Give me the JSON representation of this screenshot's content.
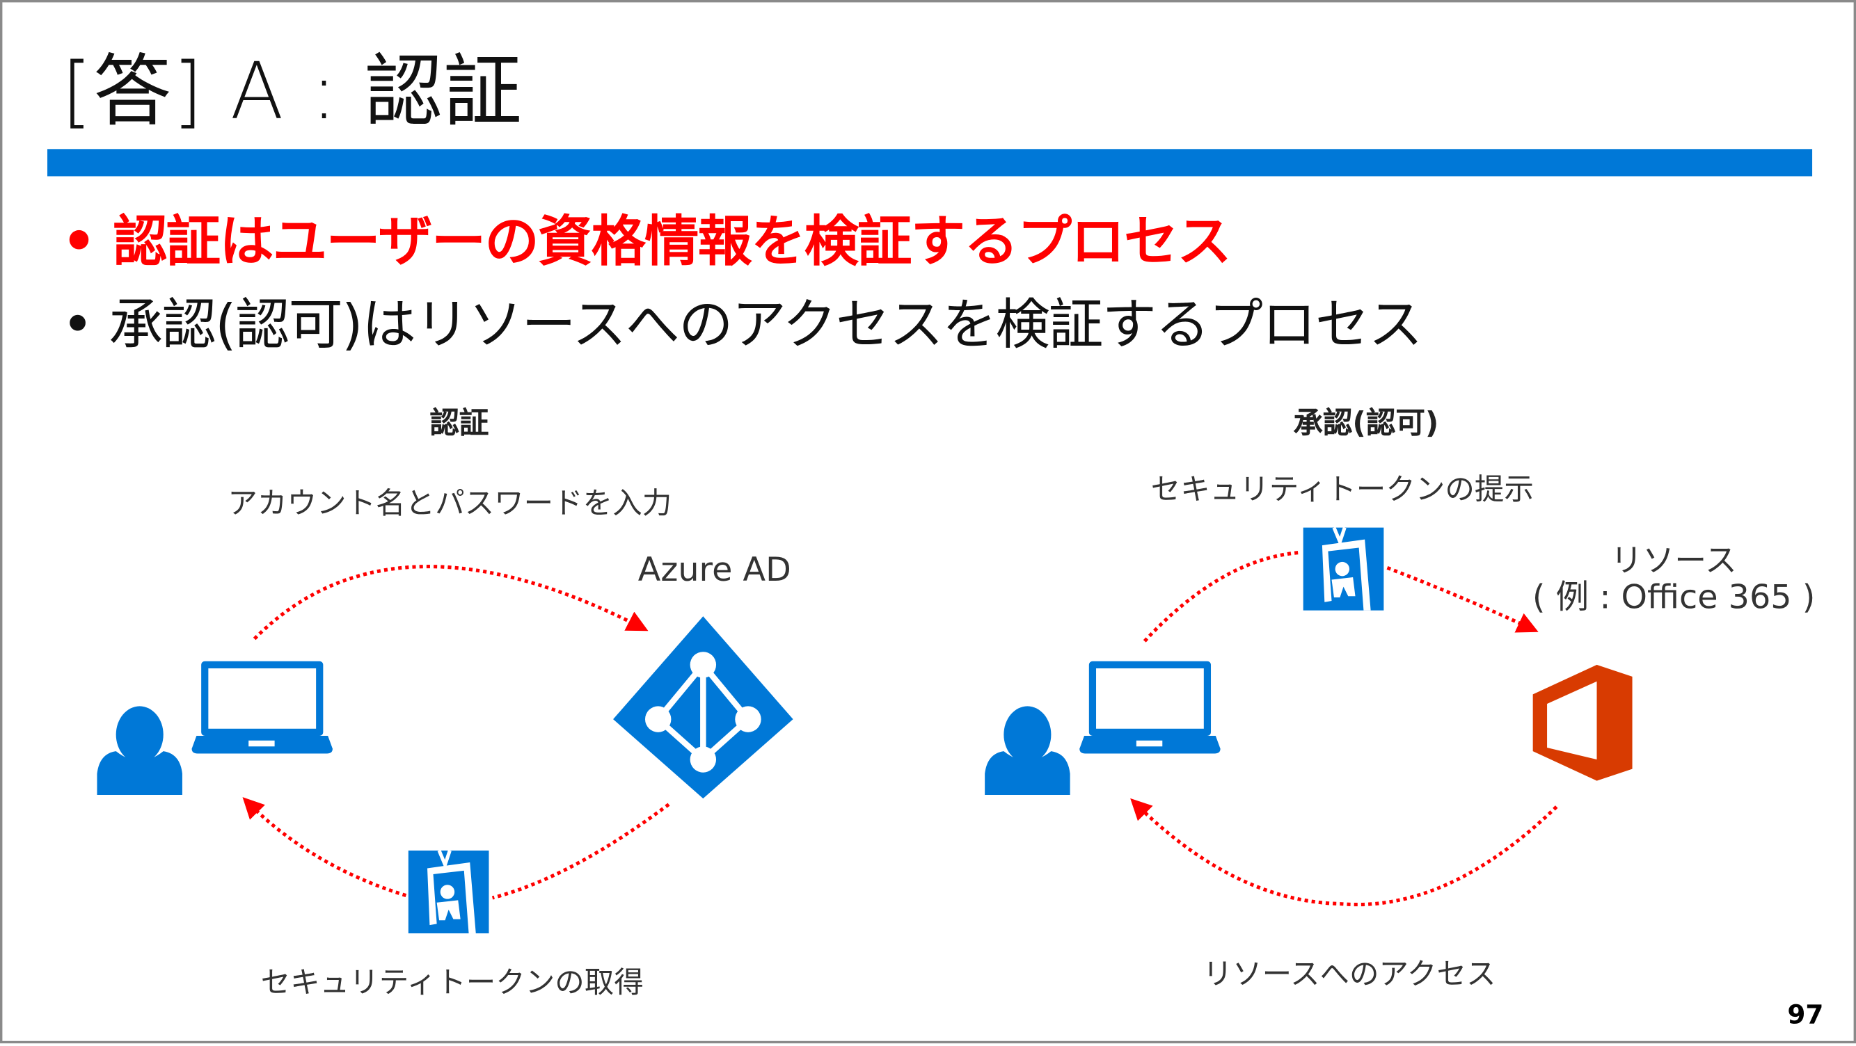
{
  "slide": {
    "title": "[答] A : 認証",
    "bullets": [
      "• 認証はユーザーの資格情報を検証するプロセス",
      "• 承認(認可)はリソースへのアクセスを検証するプロセス"
    ],
    "page_number": "97"
  },
  "authn": {
    "heading": "認証",
    "step_input": "アカウント名とパスワードを入力",
    "idp": "Azure AD",
    "step_token": "セキュリティトークンの取得"
  },
  "authz": {
    "heading": "承認(認可)",
    "step_present": "セキュリティトークンの提示",
    "resource": "リソース",
    "resource_example": "( 例 : Office 365 )",
    "step_access": "リソースへのアクセス"
  },
  "colors": {
    "accent": "#0078D7",
    "emphasis": "#FF0000",
    "office": "#D83B01"
  }
}
